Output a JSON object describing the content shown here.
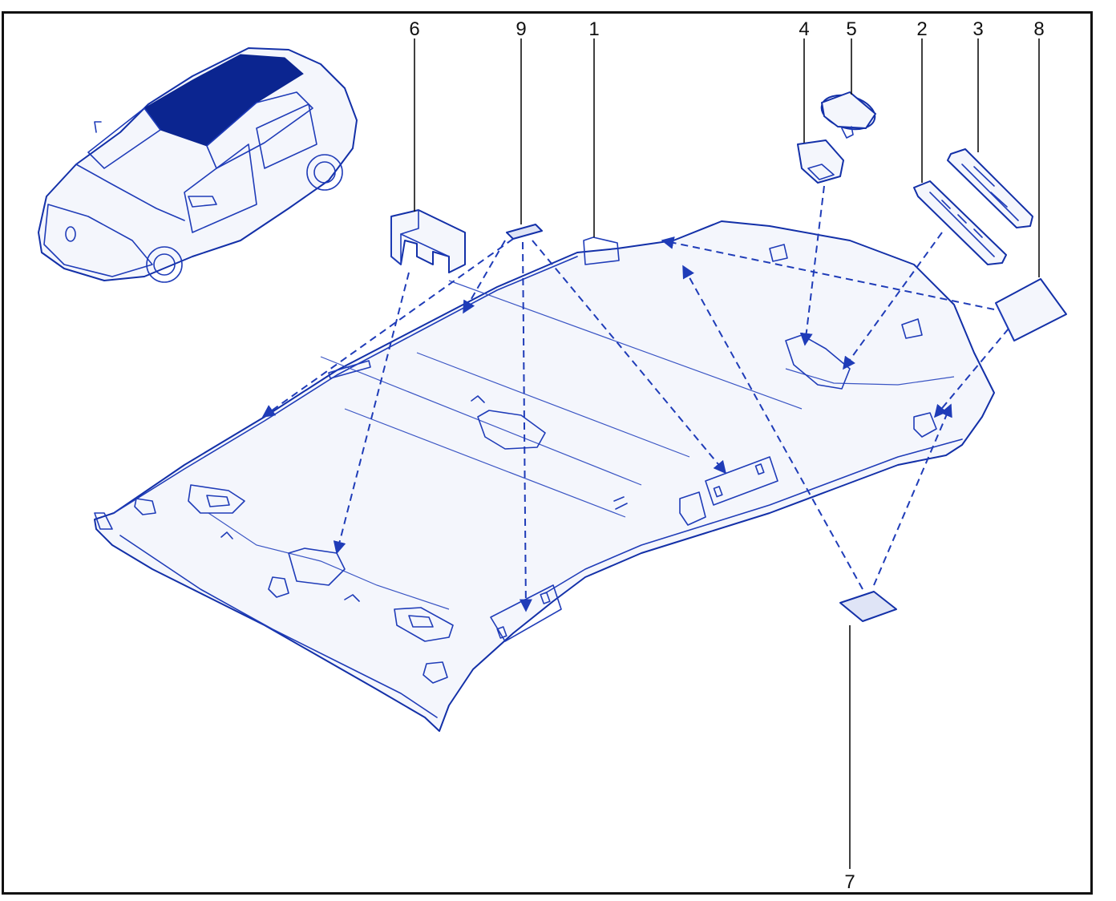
{
  "colors": {
    "line": "#1330a8",
    "highlight": "#0b2590",
    "frame": "#111111",
    "text": "#111111"
  },
  "callouts": {
    "c6": "6",
    "c9": "9",
    "c1": "1",
    "c4": "4",
    "c5": "5",
    "c2": "2",
    "c3": "3",
    "c8": "8",
    "c7": "7"
  }
}
